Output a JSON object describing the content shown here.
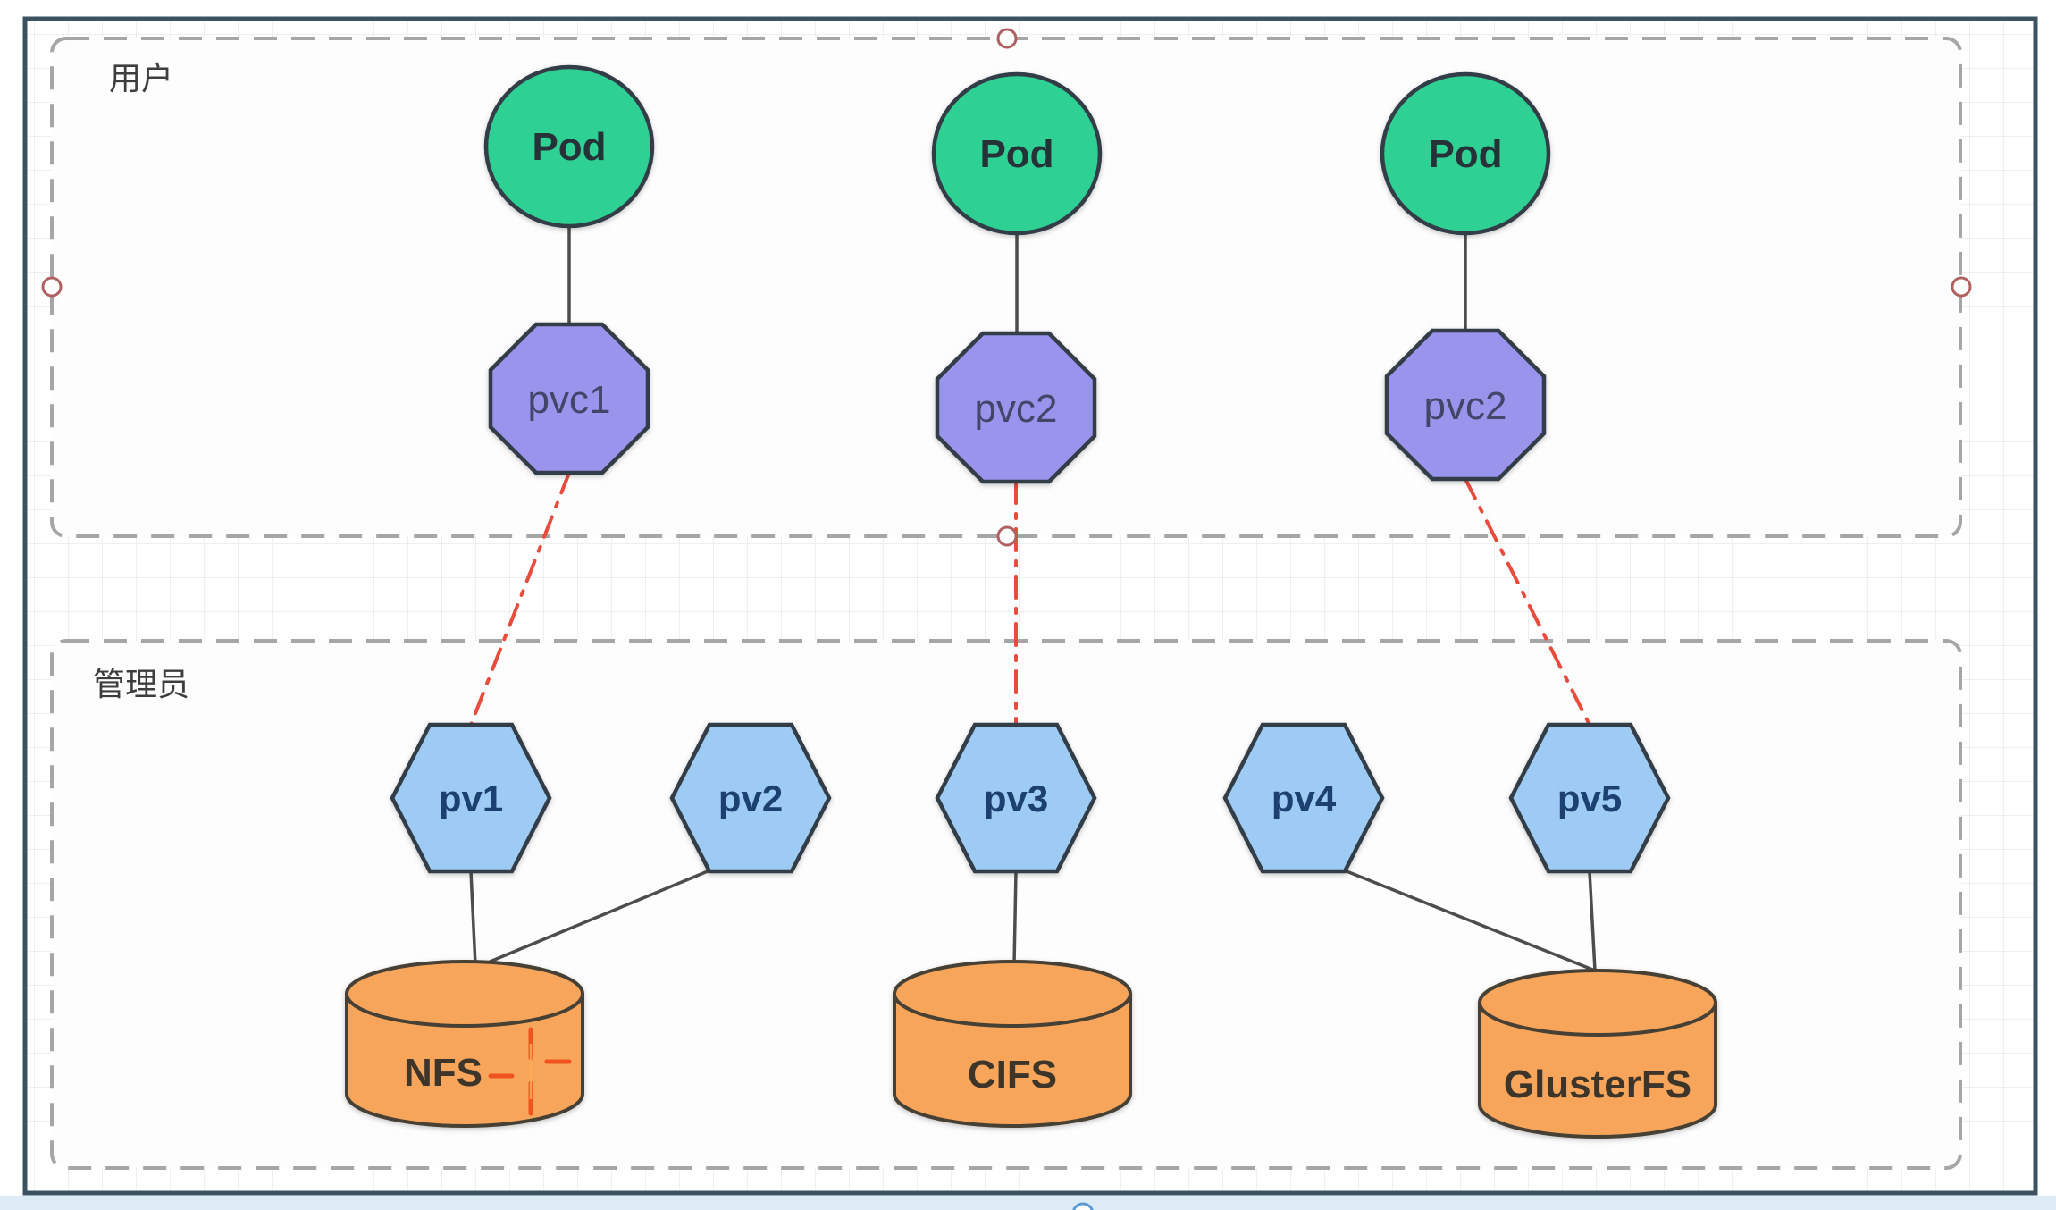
{
  "diagram": {
    "groups": {
      "user": {
        "label": "用户"
      },
      "admin": {
        "label": "管理员"
      }
    },
    "pods": [
      {
        "label": "Pod"
      },
      {
        "label": "Pod"
      },
      {
        "label": "Pod"
      }
    ],
    "pvcs": [
      {
        "label": "pvc1"
      },
      {
        "label": "pvc2"
      },
      {
        "label": "pvc2"
      }
    ],
    "pvs": [
      {
        "label": "pv1"
      },
      {
        "label": "pv2"
      },
      {
        "label": "pv3"
      },
      {
        "label": "pv4"
      },
      {
        "label": "pv5"
      }
    ],
    "storages": [
      {
        "label": "NFS"
      },
      {
        "label": "CIFS"
      },
      {
        "label": "GlusterFS"
      }
    ],
    "colors": {
      "pod_fill": "#2ed193",
      "pvc_fill": "#9a95ec",
      "pv_fill": "#9dcbf4",
      "storage_fill": "#f8a55b",
      "bound_link": "#e84c3d",
      "connector": "#4d4d4d",
      "frame": "#3b5360",
      "dash_border": "#a6a6a6",
      "handle_stroke": "#b06060",
      "pointer_spark": "#f0541e",
      "bottom_dot": "#5b9bd5"
    }
  }
}
